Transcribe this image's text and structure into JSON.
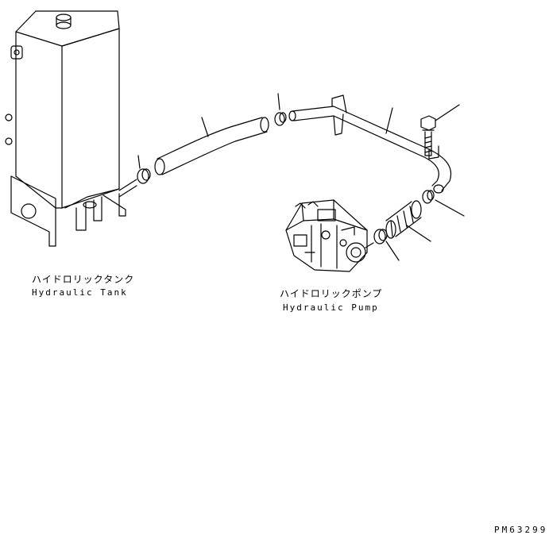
{
  "labels": {
    "tank_jp": "ハイドロリックタンク",
    "tank_en": "Hydraulic Tank",
    "pump_jp": "ハイドロリックポンプ",
    "pump_en": "Hydraulic Pump",
    "drawing_code": "PM63299"
  },
  "colors": {
    "line": "#000000",
    "background": "#ffffff"
  }
}
